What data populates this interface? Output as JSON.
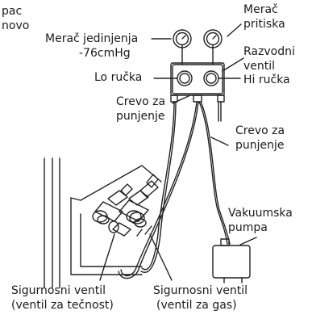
{
  "labels": {
    "partial_left_1": "pac",
    "partial_left_2": "novo",
    "merac_pritiska_1": "Merač",
    "merac_pritiska_2": "pritiska",
    "merac_jedinjenja_1": "Merač jedinjenja",
    "merac_jedinjenja_2": "-76cmHg",
    "razvodni_1": "Razvodni",
    "razvodni_2": "ventil",
    "lo_rucka": "Lo ručka",
    "hi_rucka": "Hi ručka",
    "crevo_left_1": "Crevo za",
    "crevo_left_2": "punjenje",
    "crevo_right_1": "Crevo za",
    "crevo_right_2": "punjenje",
    "vakuumska_1": "Vakuumska",
    "vakuumska_2": "pumpa",
    "sig_tecnost_1": "Sigurnosni ventil",
    "sig_tecnost_2": "(ventil za tečnost)",
    "sig_gas_1": "Sigurnosni ventil",
    "sig_gas_2": "(ventil za gas)"
  }
}
